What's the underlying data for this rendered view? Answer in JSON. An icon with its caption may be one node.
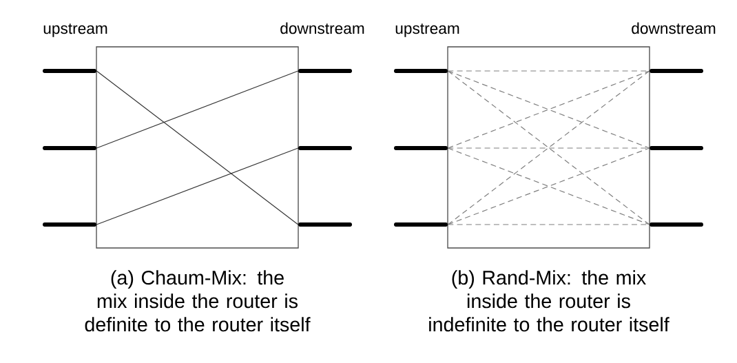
{
  "diagram": {
    "nodes": [
      {
        "text": [],
        "shape": "bar"
      },
      {
        "text": [],
        "shape": "bar"
      },
      {
        "text": [],
        "shape": "bar"
      },
      {
        "text": [],
        "shape": "bar"
      },
      {
        "text": [],
        "shape": "bar"
      },
      {
        "text": [],
        "shape": "bar"
      },
      {
        "text": [],
        "shape": "bar"
      },
      {
        "text": [],
        "shape": "bar"
      },
      {
        "text": [],
        "shape": "bar"
      },
      {
        "text": [],
        "shape": "bar"
      },
      {
        "text": [],
        "shape": "bar"
      },
      {
        "text": [],
        "shape": "bar"
      }
    ],
    "edges": [
      {
        "from": 0,
        "to": 5,
        "arrow": "none"
      },
      {
        "from": 1,
        "to": 3,
        "arrow": "none"
      },
      {
        "from": 2,
        "to": 4,
        "arrow": "none"
      },
      {
        "from": 6,
        "to": 9,
        "arrow": "none",
        "style": "dashed",
        "color": "#7f7f7f"
      },
      {
        "from": 6,
        "to": 10,
        "arrow": "none",
        "style": "dashed",
        "color": "#7f7f7f"
      },
      {
        "from": 6,
        "to": 11,
        "arrow": "none",
        "style": "dashed",
        "color": "#7f7f7f"
      },
      {
        "from": 7,
        "to": 9,
        "arrow": "none",
        "style": "dashed",
        "color": "#7f7f7f"
      },
      {
        "from": 7,
        "to": 10,
        "arrow": "none",
        "style": "dashed",
        "color": "#7f7f7f"
      },
      {
        "from": 7,
        "to": 11,
        "arrow": "none",
        "style": "dashed",
        "color": "#7f7f7f"
      },
      {
        "from": 8,
        "to": 9,
        "arrow": "none",
        "style": "dashed",
        "color": "#7f7f7f"
      },
      {
        "from": 8,
        "to": 10,
        "arrow": "none",
        "style": "dashed",
        "color": "#7f7f7f"
      },
      {
        "from": 8,
        "to": 11,
        "arrow": "none",
        "style": "dashed",
        "color": "#7f7f7f"
      }
    ],
    "labels": [
      "upstream",
      "downstream",
      "upstream",
      "downstream",
      "(a) Chaum-Mix: the mix inside the router is definite to the router itself",
      "(b) Rand-Mix: the mix inside the router is indefinite to the router itself"
    ]
  }
}
